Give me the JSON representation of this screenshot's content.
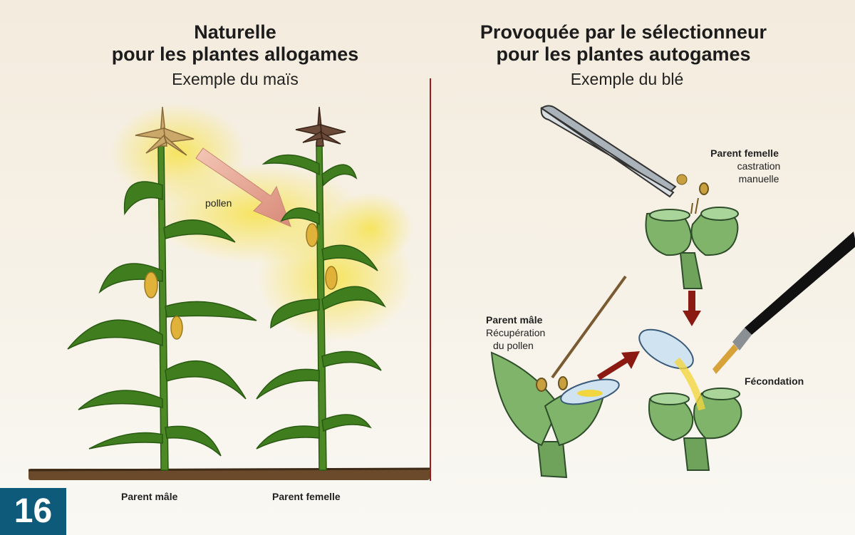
{
  "left": {
    "title_line1": "Naturelle",
    "title_line2": "pour les plantes allogames",
    "subtitle": "Exemple du maïs",
    "pollen_label": "pollen",
    "male_label": "Parent mâle",
    "female_label": "Parent femelle"
  },
  "right": {
    "title_line1": "Provoquée par le sélectionneur",
    "title_line2": "pour les plantes autogames",
    "subtitle": "Exemple du blé",
    "female_label": "Parent femelle",
    "female_desc_1": "castration",
    "female_desc_2": "manuelle",
    "male_label": "Parent mâle",
    "male_desc_1": "Récupération",
    "male_desc_2": "du pollen",
    "fecondation_label": "Fécondation"
  },
  "badge": "16",
  "colors": {
    "leaf": "#3f7d1e",
    "leaf_dark": "#2a5a12",
    "flower": "#7fb46a",
    "divider": "#9b1b1b",
    "arrow": "#8b1a12",
    "pollen": "#f2d640",
    "badge": "#0d5a7b"
  }
}
